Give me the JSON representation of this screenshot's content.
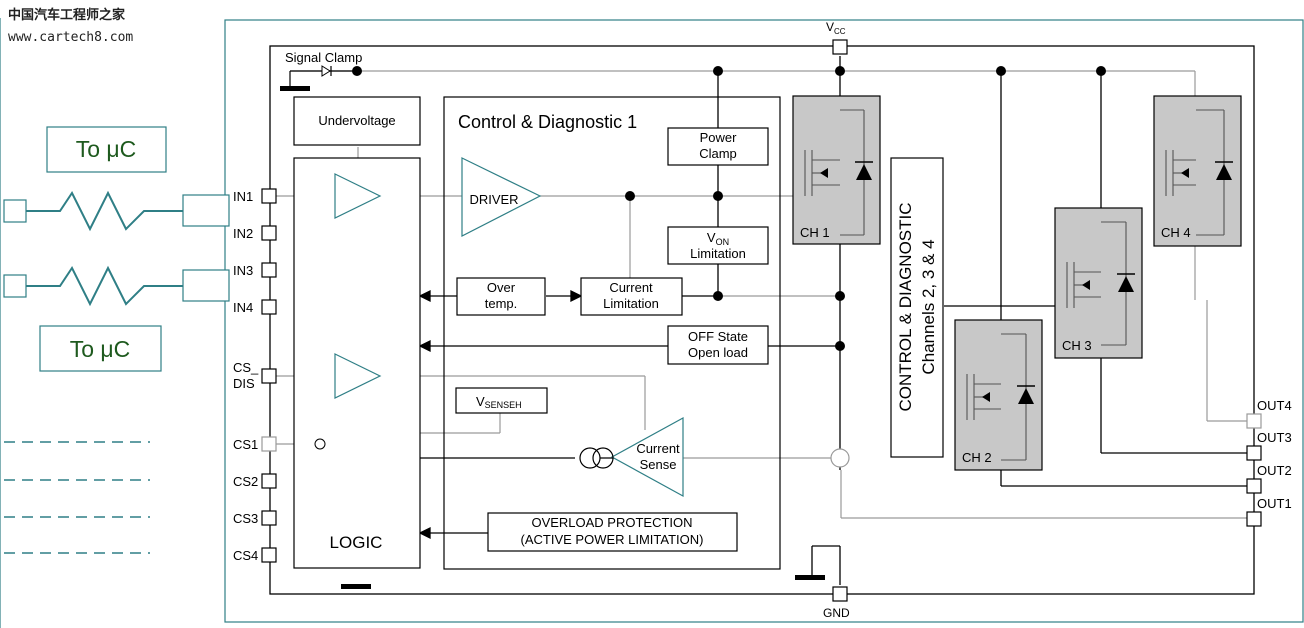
{
  "watermark": {
    "site_name": "中国汽车工程师之家",
    "url": "www.cartech8.com"
  },
  "to_uc_labels": [
    "To μC",
    "To μC"
  ],
  "pins": {
    "vcc_main": "V",
    "vcc_sub": "CC",
    "gnd": "GND",
    "inputs": [
      "IN1",
      "IN2",
      "IN3",
      "IN4"
    ],
    "cs_dis": [
      "CS_",
      "DIS"
    ],
    "cs": [
      "CS1",
      "CS2",
      "CS3",
      "CS4"
    ],
    "outputs": [
      "OUT4",
      "OUT3",
      "OUT2",
      "OUT1"
    ]
  },
  "blocks": {
    "signal_clamp": "Signal Clamp",
    "undervoltage": "Undervoltage",
    "control_diag_1": "Control & Diagnostic 1",
    "power_clamp": [
      "Power",
      "Clamp"
    ],
    "driver": "DRIVER",
    "von_main": "V",
    "von_sub": "ON",
    "von_line2": "Limitation",
    "over_temp": [
      "Over",
      "temp."
    ],
    "current_limitation": [
      "Current",
      "Limitation"
    ],
    "off_state": [
      "OFF State",
      "Open load"
    ],
    "vsense_main": "V",
    "vsense_sub": "SENSEH",
    "current_sense": [
      "Current",
      "Sense"
    ],
    "overload": [
      "OVERLOAD PROTECTION",
      "(ACTIVE POWER LIMITATION)"
    ],
    "logic": "LOGIC",
    "control_diag_234": [
      "CONTROL & DIAGNOSTIC",
      "Channels 2, 3 & 4"
    ],
    "channels": [
      "CH 1",
      "CH 2",
      "CH 3",
      "CH 4"
    ]
  },
  "colors": {
    "frame": "#2f7f86",
    "wire_grey": "#9a9a9a",
    "channel_fill": "#c8c8c8",
    "to_uc_text": "#1e5a1e"
  }
}
